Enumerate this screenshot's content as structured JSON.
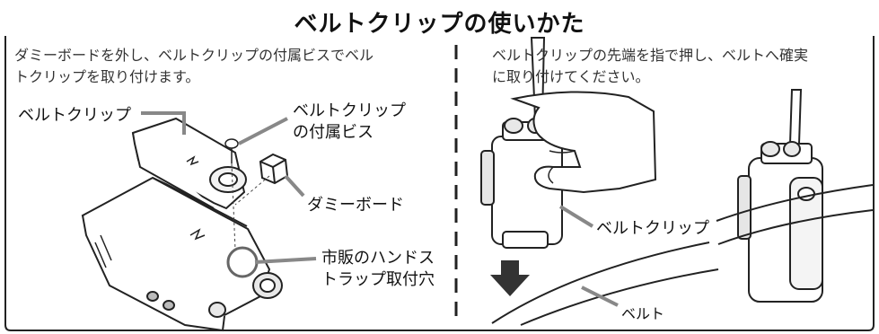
{
  "title": "ベルトクリップの使いかた",
  "left": {
    "instruction_line1": "ダミーボードを外し、ベルトクリップの付属ビスでベル",
    "instruction_line2": "トクリップを取り付けます。",
    "labels": {
      "belt_clip": "ベルトクリップ",
      "screw_line1": "ベルトクリップ",
      "screw_line2": "の付属ビス",
      "dummy_board": "ダミーボード",
      "strap_line1": "市販のハンドス",
      "strap_line2": "トラップ取付穴"
    }
  },
  "right": {
    "instruction_line1": "ベルトクリップの先端を指で押し、ベルトへ確実",
    "instruction_line2": "に取り付けてください。",
    "labels": {
      "belt_clip": "ベルトクリップ",
      "belt": "ベルト"
    }
  },
  "colors": {
    "line": "#222222",
    "callout": "#888888"
  }
}
